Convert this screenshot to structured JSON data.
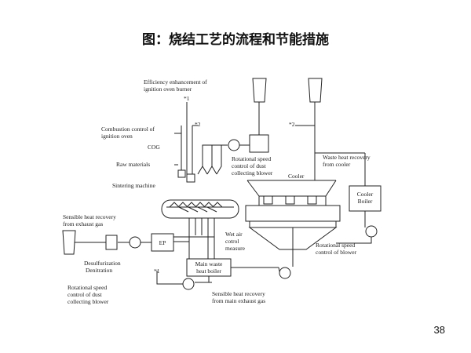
{
  "title": "图：烧结工艺的流程和节能措施",
  "page_number": "38",
  "labels": {
    "efficiency": [
      "Efficiency enhancement of",
      "ignition oven burner"
    ],
    "star1_top": "*1",
    "star2_left": "*2",
    "star2_right": "*2",
    "star1_bottom": "*1",
    "combustion": [
      "Combustion control of",
      "ignition oven"
    ],
    "cog": "COG",
    "raw_materials": "Raw materials",
    "sintering_machine": "Sintering machine",
    "rot_dust_top": [
      "Rotational speed",
      "control of dust",
      "collecting blower"
    ],
    "cooler": "Cooler",
    "waste_heat_cooler": [
      "Waste heat recovery",
      "from cooler"
    ],
    "cooler_boiler": [
      "Cooler",
      "Boiler"
    ],
    "sensible_exhaust": [
      "Sensible heat recovery",
      "from exhaust gas"
    ],
    "ep": "EP",
    "wet_air": [
      "Wet air",
      "cotrol",
      "measure"
    ],
    "rot_blower": [
      "Rotational speed",
      "control of blower"
    ],
    "main_waste_boiler": [
      "Main waste",
      "heat boiler"
    ],
    "desulf": [
      "Desulfurization",
      "Denitration"
    ],
    "rot_dust_bottom": [
      "Rotational speed",
      "control of dust",
      "collecting blower"
    ],
    "sensible_main": [
      "Sensible heat recovery",
      "from main exhaust gas"
    ]
  }
}
